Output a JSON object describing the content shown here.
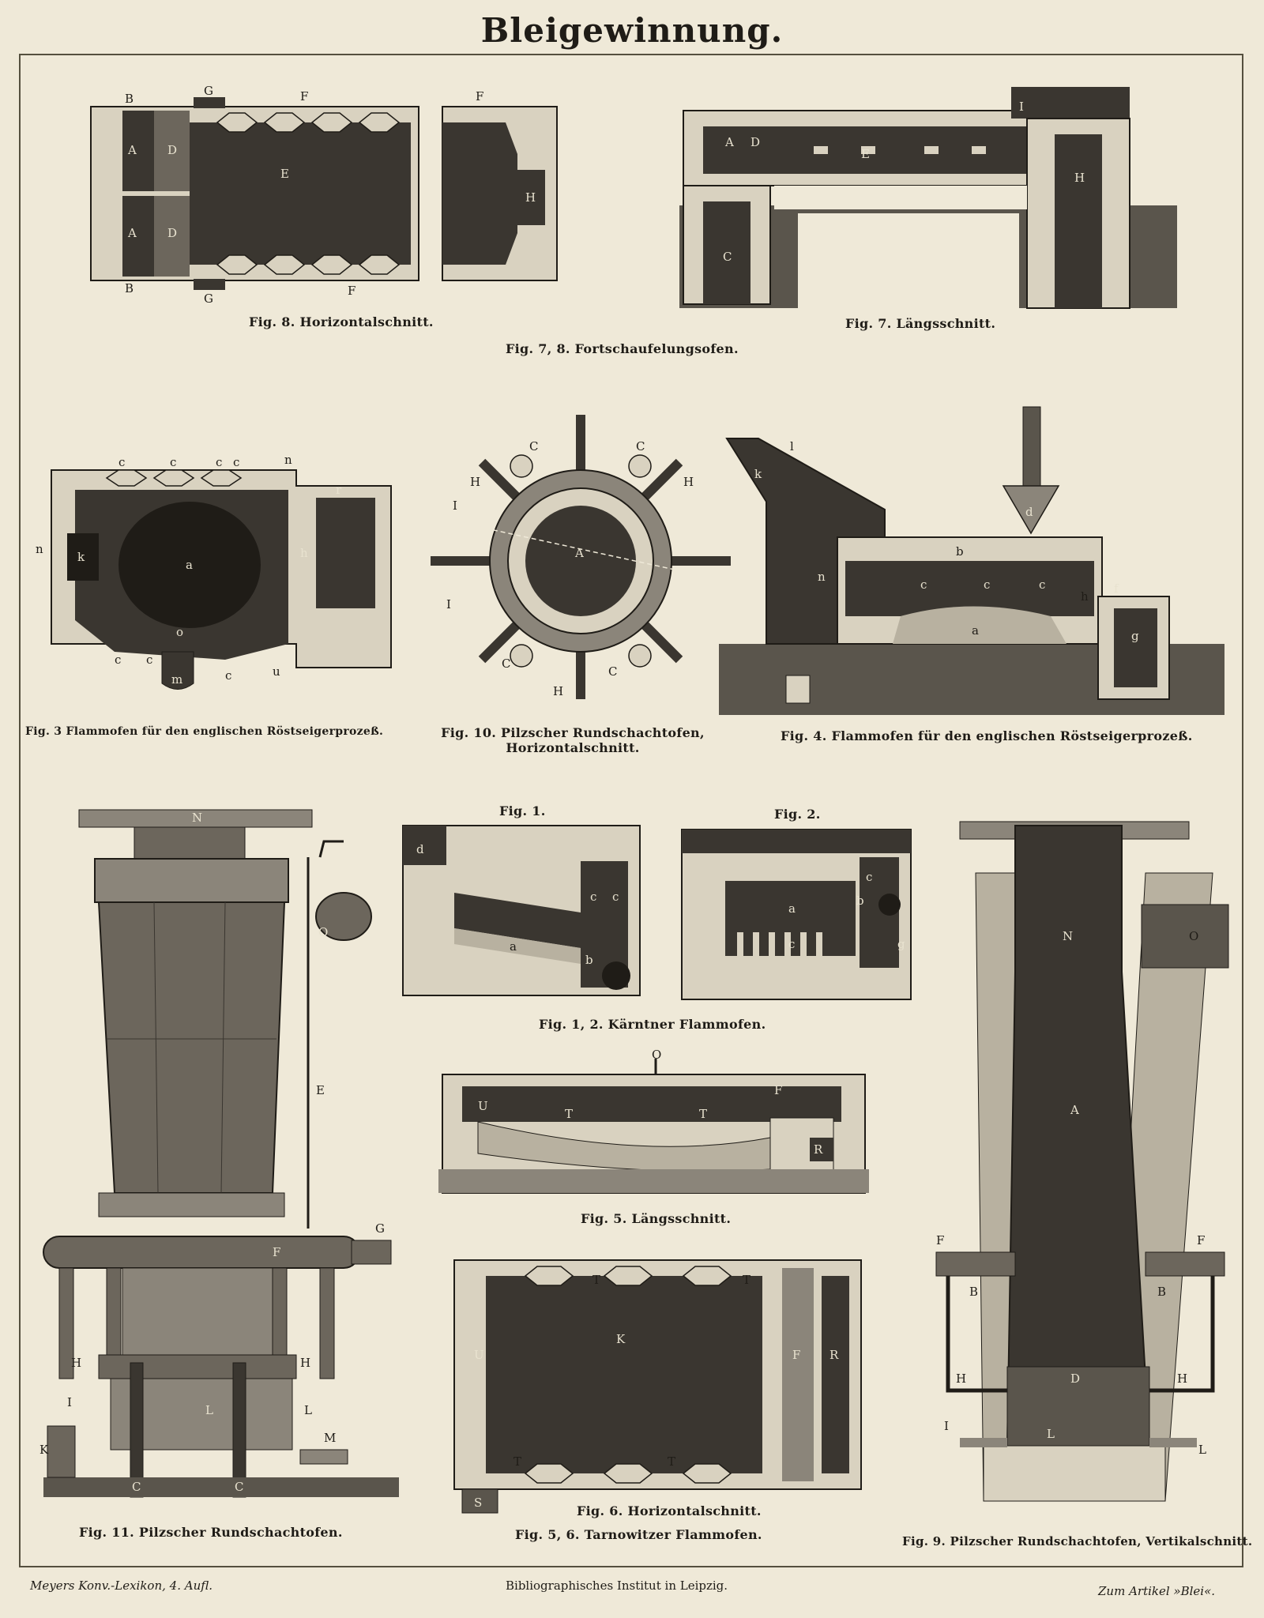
{
  "title": "Bleigewinnung.",
  "footer": {
    "left": "Meyers Konv.-Lexikon, 4. Aufl.",
    "center": "Bibliographisches Institut in Leipzig.",
    "right": "Zum Artikel »Blei«."
  },
  "captions": {
    "fig8": "Fig. 8. Horizontalschnitt.",
    "fig7": "Fig. 7. Längsschnitt.",
    "fig78": "Fig. 7, 8. Fortschaufelungsofen.",
    "fig3": "Fig. 3 Flammofen für den englischen Röstseigerprozeß.",
    "fig10_line1": "Fig. 10. Pilzscher Rundschachtofen,",
    "fig10_line2": "Horizontalschnitt.",
    "fig4": "Fig. 4. Flammofen für den englischen Röstseigerprozeß.",
    "fig1": "Fig. 1.",
    "fig2": "Fig. 2.",
    "fig12": "Fig. 1, 2. Kärntner Flammofen.",
    "fig5": "Fig. 5. Längsschnitt.",
    "fig6": "Fig. 6. Horizontalschnitt.",
    "fig56": "Fig. 5, 6. Tarnowitzer Flammofen.",
    "fig11": "Fig. 11. Pilzscher Rundschachtofen.",
    "fig9": "Fig. 9. Pilzscher Rundschachtofen, Vertikalschnitt."
  },
  "labels": {
    "fig8": [
      "B",
      "G",
      "F",
      "F",
      "A",
      "D",
      "E",
      "H",
      "A",
      "D",
      "B",
      "G",
      "F"
    ],
    "fig7": [
      "I",
      "A",
      "D",
      "E",
      "H",
      "C"
    ],
    "fig3": [
      "c",
      "c",
      "c",
      "c",
      "n",
      "n",
      "k",
      "a",
      "r",
      "h",
      "o",
      "c",
      "c",
      "m",
      "c",
      "u"
    ],
    "fig10": [
      "C",
      "C",
      "H",
      "H",
      "I",
      "A",
      "I",
      "C",
      "C",
      "H"
    ],
    "fig4": [
      "l",
      "k",
      "d",
      "b",
      "n",
      "c",
      "c",
      "c",
      "a",
      "h",
      "f",
      "g"
    ],
    "fig1": [
      "d",
      "c",
      "c",
      "a",
      "b"
    ],
    "fig2": [
      "a",
      "c",
      "c",
      "b",
      "g"
    ],
    "fig5": [
      "O",
      "U",
      "T",
      "T",
      "F",
      "R"
    ],
    "fig6": [
      "T",
      "T",
      "U",
      "K",
      "F",
      "R",
      "T",
      "T",
      "S"
    ],
    "fig11": [
      "N",
      "O",
      "E",
      "G",
      "F",
      "H",
      "H",
      "I",
      "L",
      "K",
      "L",
      "M",
      "C",
      "C"
    ],
    "fig9": [
      "N",
      "O",
      "A",
      "F",
      "F",
      "B",
      "B",
      "H",
      "H",
      "D",
      "I",
      "L",
      "L"
    ]
  },
  "colors": {
    "paper": "#efe9d8",
    "ink": "#1f1c17",
    "dark_fill": "#3a3630",
    "mid_fill": "#8b857a",
    "light_fill": "#d9d2c0"
  }
}
